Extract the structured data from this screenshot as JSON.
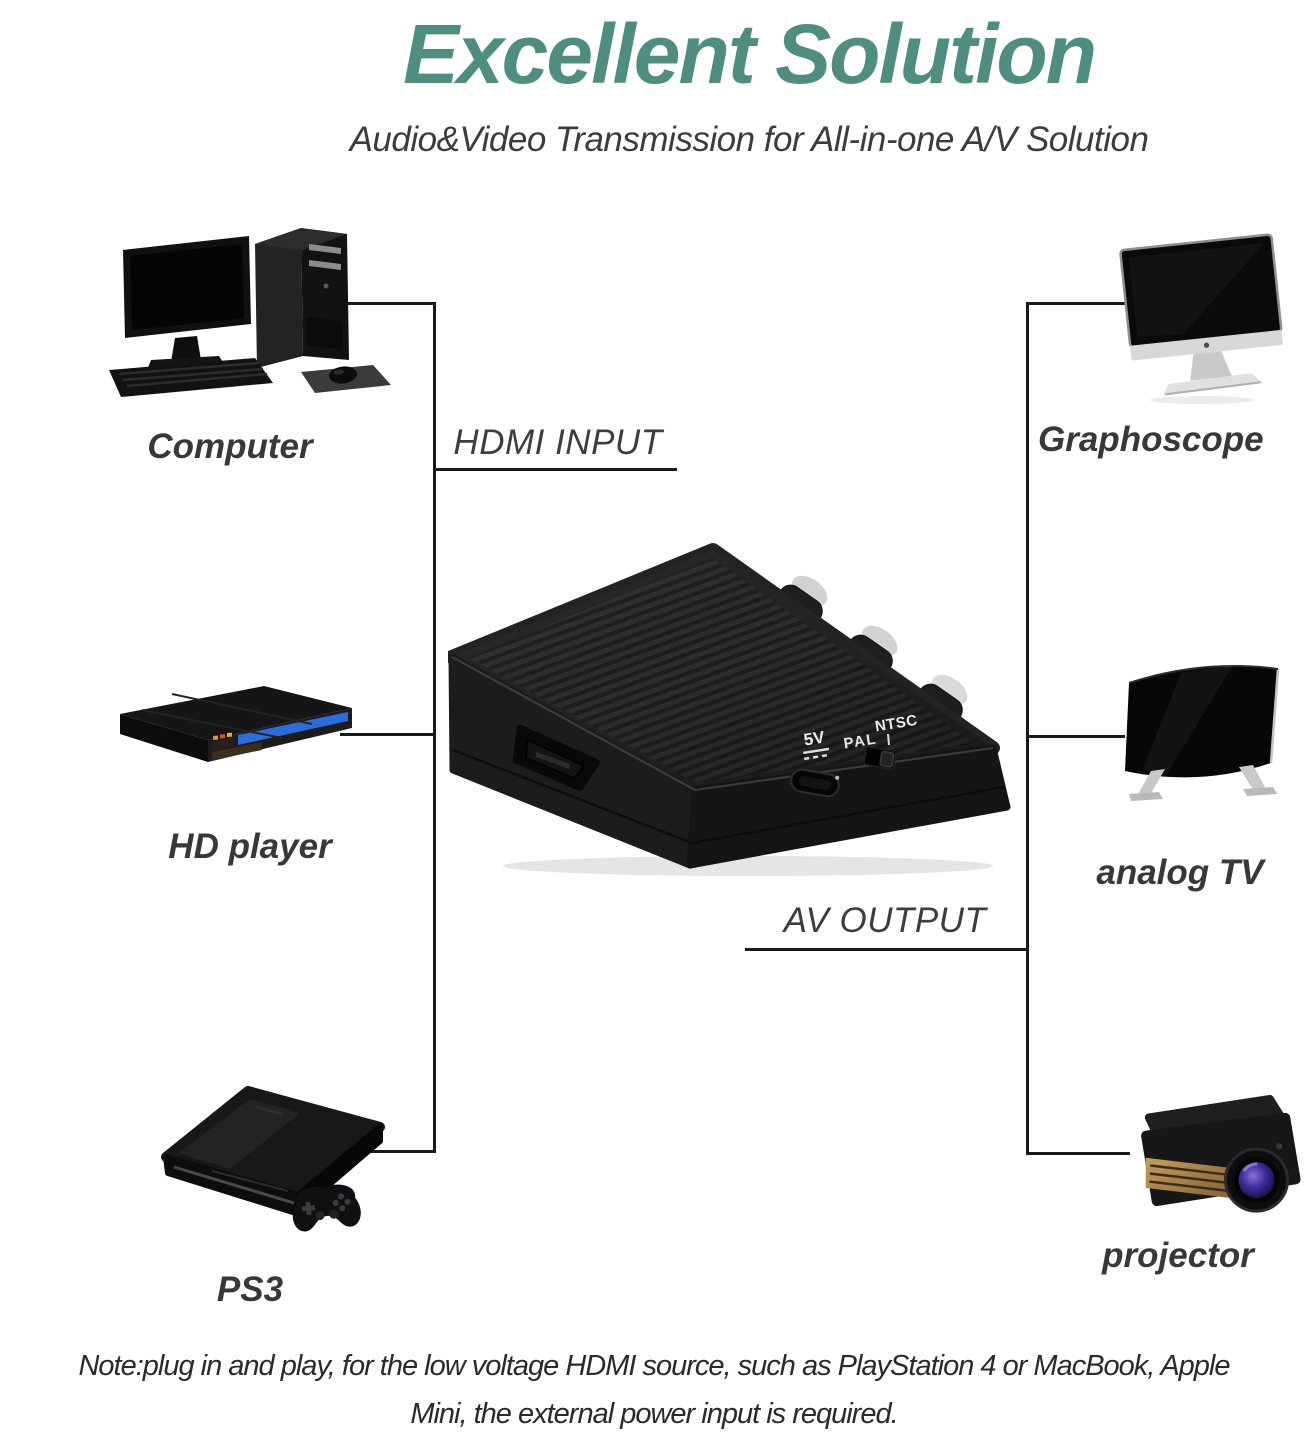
{
  "header": {
    "title": "Excellent Solution",
    "subtitle": "Audio&Video Transmission for All-in-one A/V Solution"
  },
  "flow": {
    "hdmi_input": "HDMI INPUT",
    "av_output": "AV OUTPUT"
  },
  "sources": {
    "computer": "Computer",
    "hd_player": "HD player",
    "ps3": "PS3"
  },
  "outputs": {
    "graphoscope": "Graphoscope",
    "analog_tv": "analog TV",
    "projector": "projector"
  },
  "converter": {
    "power_port": "5V",
    "switch_pal": "PAL",
    "switch_ntsc": "NTSC"
  },
  "note": {
    "line1": "Note:plug in and play, for the low voltage HDMI source, such as PlayStation 4 or MacBook, Apple",
    "line2": "Mini, the external power input is required."
  },
  "colors": {
    "title_accent": "#4e8d80",
    "label_text": "#383838",
    "connector_line": "#1a1a1a",
    "background": "#ffffff"
  }
}
